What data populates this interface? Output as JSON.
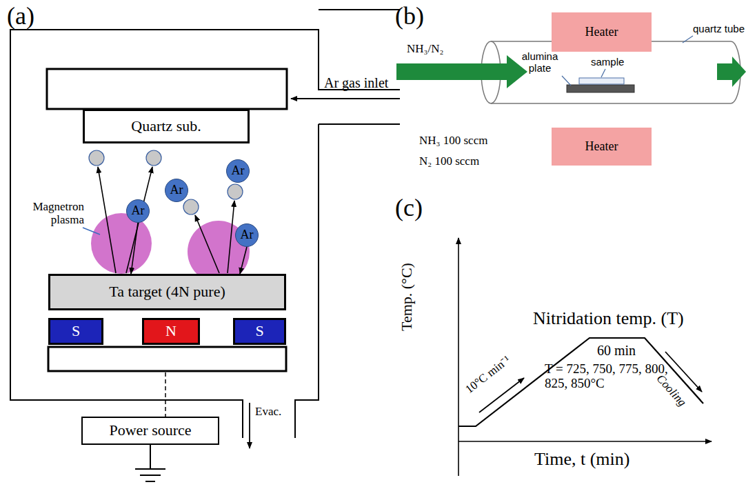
{
  "diagram": {
    "nodes": [
      {
        "text": [
          "Quartz sub."
        ]
      },
      {
        "text": [
          "Ar"
        ]
      },
      {
        "text": [
          "Ar"
        ]
      },
      {
        "text": [
          "Ar"
        ]
      },
      {
        "text": [
          "Ar"
        ]
      },
      {
        "text": [
          "Ta target (4N pure)"
        ]
      },
      {
        "text": [
          "S"
        ]
      },
      {
        "text": [
          "N"
        ]
      },
      {
        "text": [
          "S"
        ]
      },
      {
        "text": [
          "Power source"
        ]
      },
      {
        "text": [
          "Heater"
        ]
      },
      {
        "text": [
          "Heater"
        ]
      }
    ],
    "edges": [
      {
        "from": 1,
        "to": 5,
        "arrow": "to"
      },
      {
        "from": 4,
        "to": 5,
        "arrow": "to"
      }
    ],
    "labels": [
      "(a)",
      "(b)",
      "(c)",
      "Ar gas inlet",
      "Magnetron plasma",
      "Evac.",
      "quartz tube",
      "alumina plate",
      "sample",
      "NH₃/N₂",
      "NH₃ 100 sccm",
      "N₂ 100 sccm",
      "Nitridation temp. (T)",
      "60 min",
      "10°C min⁻¹",
      "Cooling",
      "T = 725, 750, 775, 800, 825, 850°C",
      "Temp. (°C)",
      "Time, t (min)"
    ]
  }
}
